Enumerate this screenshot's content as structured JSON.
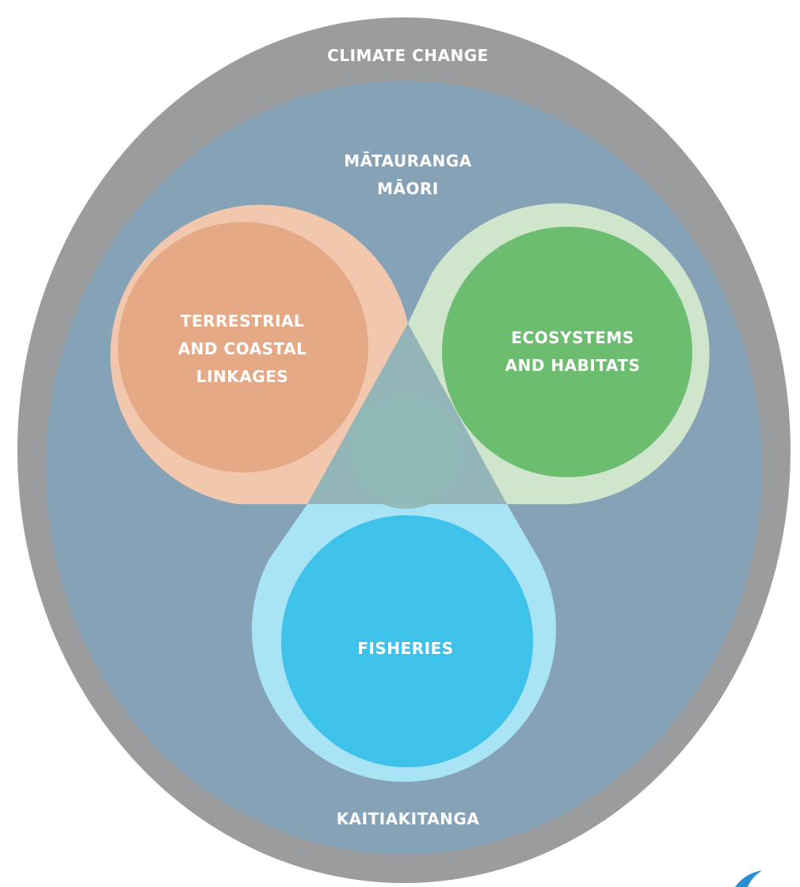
{
  "labels": {
    "outer": "CLIMATE CHANGE",
    "inner_top_line1": "MĀTAURANGA",
    "inner_top_line2": "MĀORI",
    "inner_bottom": "KAITIAKITANGA",
    "left_line1": "TERRESTRIAL",
    "left_line2": "AND COASTAL",
    "left_line3": "LINKAGES",
    "right_line1": "ECOSYSTEMS",
    "right_line2": "AND HABITATS",
    "bottom": "FISHERIES"
  },
  "colors": {
    "outer_ring": "#9b9c9e",
    "inner_field": "#86a2b7",
    "left_outer": "#f1c8ad",
    "left_inner": "#e6a985",
    "right_outer": "#cfe5cc",
    "right_inner": "#6dbd70",
    "bottom_outer": "#a9e4f6",
    "bottom_inner": "#3ec2ea",
    "triangle": "#9ec4b8",
    "center": "#8fb8b6"
  }
}
